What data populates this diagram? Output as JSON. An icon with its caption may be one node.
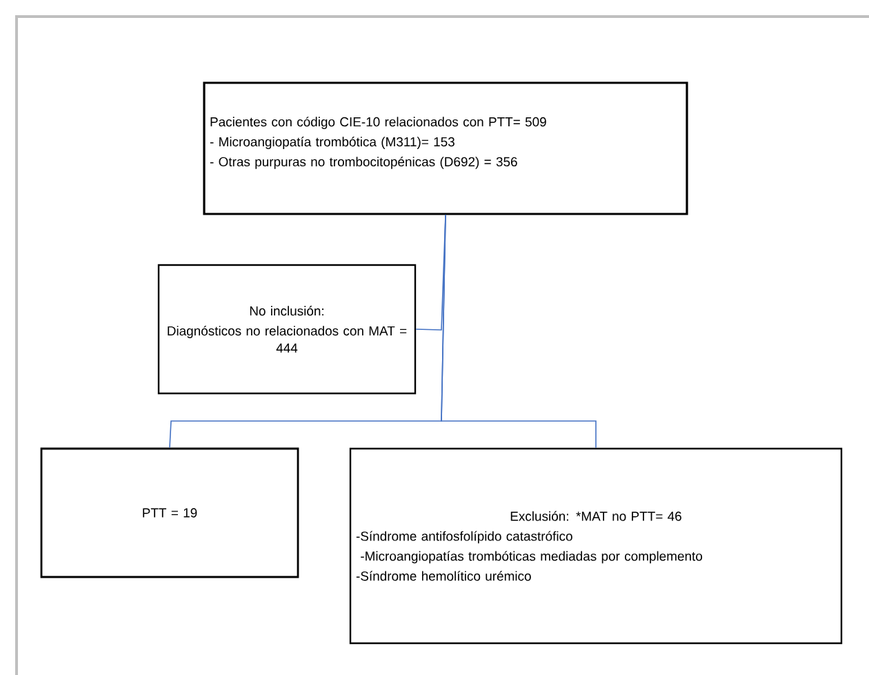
{
  "diagram": {
    "nodes": [
      {
        "text": [
          "Pacientes con código CIE-10 relacionados con PTT= 509",
          "- Microangiopatía trombótica (M311)= 153",
          "- Otras purpuras no trombocitopénicas (D692) = 356"
        ]
      },
      {
        "text": [
          "No inclusión:",
          "Diagnósticos no relacionados con MAT = 444"
        ]
      },
      {
        "text": [
          "PTT = 19"
        ]
      },
      {
        "text": [
          "Exclusión: *MAT no PTT= 46",
          "-Síndrome antifosfolípido catastrófico",
          " -Microangiopatías trombóticas mediadas por complemento",
          "-Síndrome hemolítico urémico"
        ]
      }
    ],
    "edges": [
      {
        "from": 0,
        "to": 1,
        "arrow": "none"
      },
      {
        "from": 0,
        "to": 2,
        "arrow": "none"
      },
      {
        "from": 0,
        "to": 3,
        "arrow": "none"
      }
    ]
  }
}
